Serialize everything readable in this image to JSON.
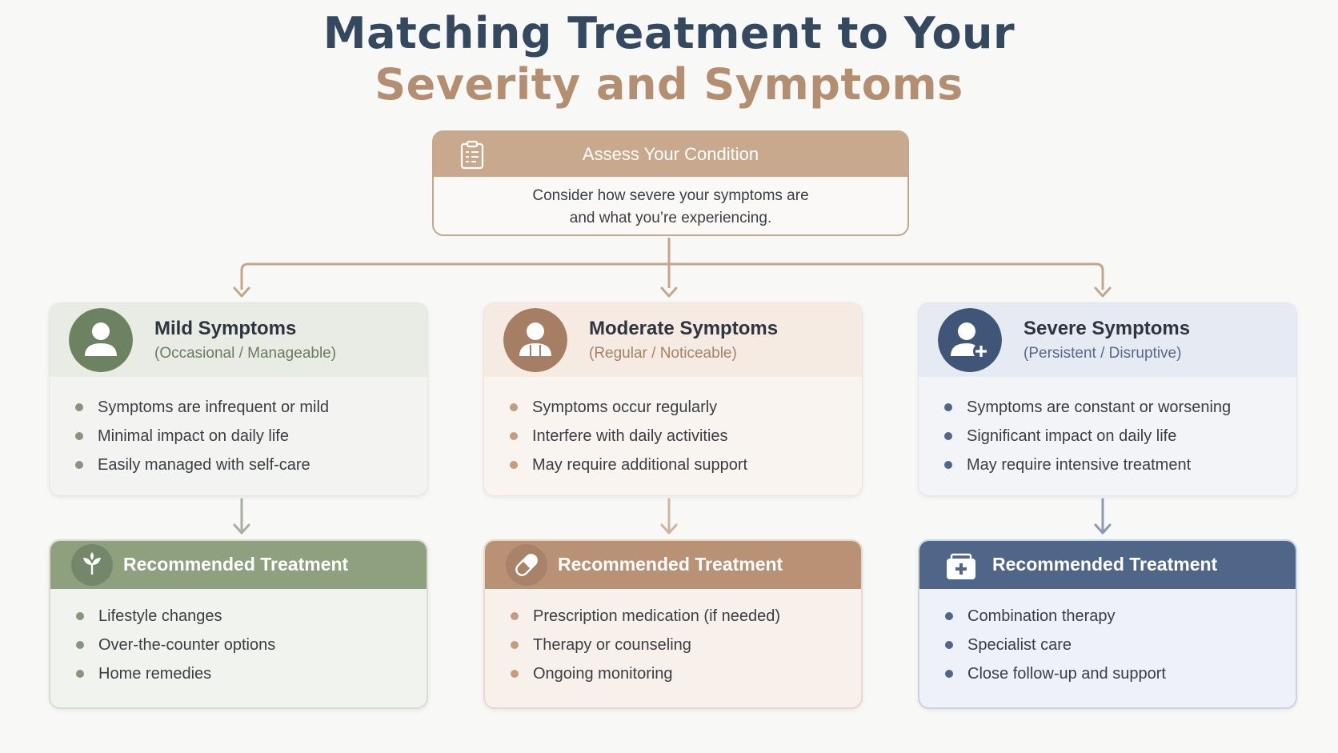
{
  "title": {
    "line1": "Matching Treatment to Your",
    "line2": "Severity and Symptoms"
  },
  "assess": {
    "heading": "Assess Your Condition",
    "line1": "Consider how severe your symptoms are",
    "line2": "and what you’re experiencing.",
    "icon": "clipboard-icon"
  },
  "colors": {
    "mild": "#86967a",
    "moderate": "#b99276",
    "severe": "#506689",
    "title_primary": "#34495f",
    "title_accent": "#b48e70"
  },
  "columns": [
    {
      "severity": "Mild Symptoms",
      "subtitle": "(Occasional / Manageable)",
      "symptom_icon": "person-icon",
      "symptoms": [
        "Symptoms are infrequent or mild",
        "Minimal impact on daily life",
        "Easily managed with self-care"
      ],
      "treatment_heading": "Recommended Treatment",
      "treatment_icon": "leaf-icon",
      "treatments": [
        "Lifestyle changes",
        "Over-the-counter options",
        "Home remedies"
      ]
    },
    {
      "severity": "Moderate Symptoms",
      "subtitle": "(Regular / Noticeable)",
      "symptom_icon": "person-icon",
      "symptoms": [
        "Symptoms occur regularly",
        "Interfere with daily activities",
        "May require additional support"
      ],
      "treatment_heading": "Recommended Treatment",
      "treatment_icon": "pill-icon",
      "treatments": [
        "Prescription medication (if needed)",
        "Therapy or counseling",
        "Ongoing monitoring"
      ]
    },
    {
      "severity": "Severe Symptoms",
      "subtitle": "(Persistent / Disruptive)",
      "symptom_icon": "person-plus-icon",
      "symptoms": [
        "Symptoms are constant or worsening",
        "Significant impact on daily life",
        "May require intensive treatment"
      ],
      "treatment_heading": "Recommended Treatment",
      "treatment_icon": "medical-kit-icon",
      "treatments": [
        "Combination therapy",
        "Specialist care",
        "Close follow-up and support"
      ]
    }
  ]
}
